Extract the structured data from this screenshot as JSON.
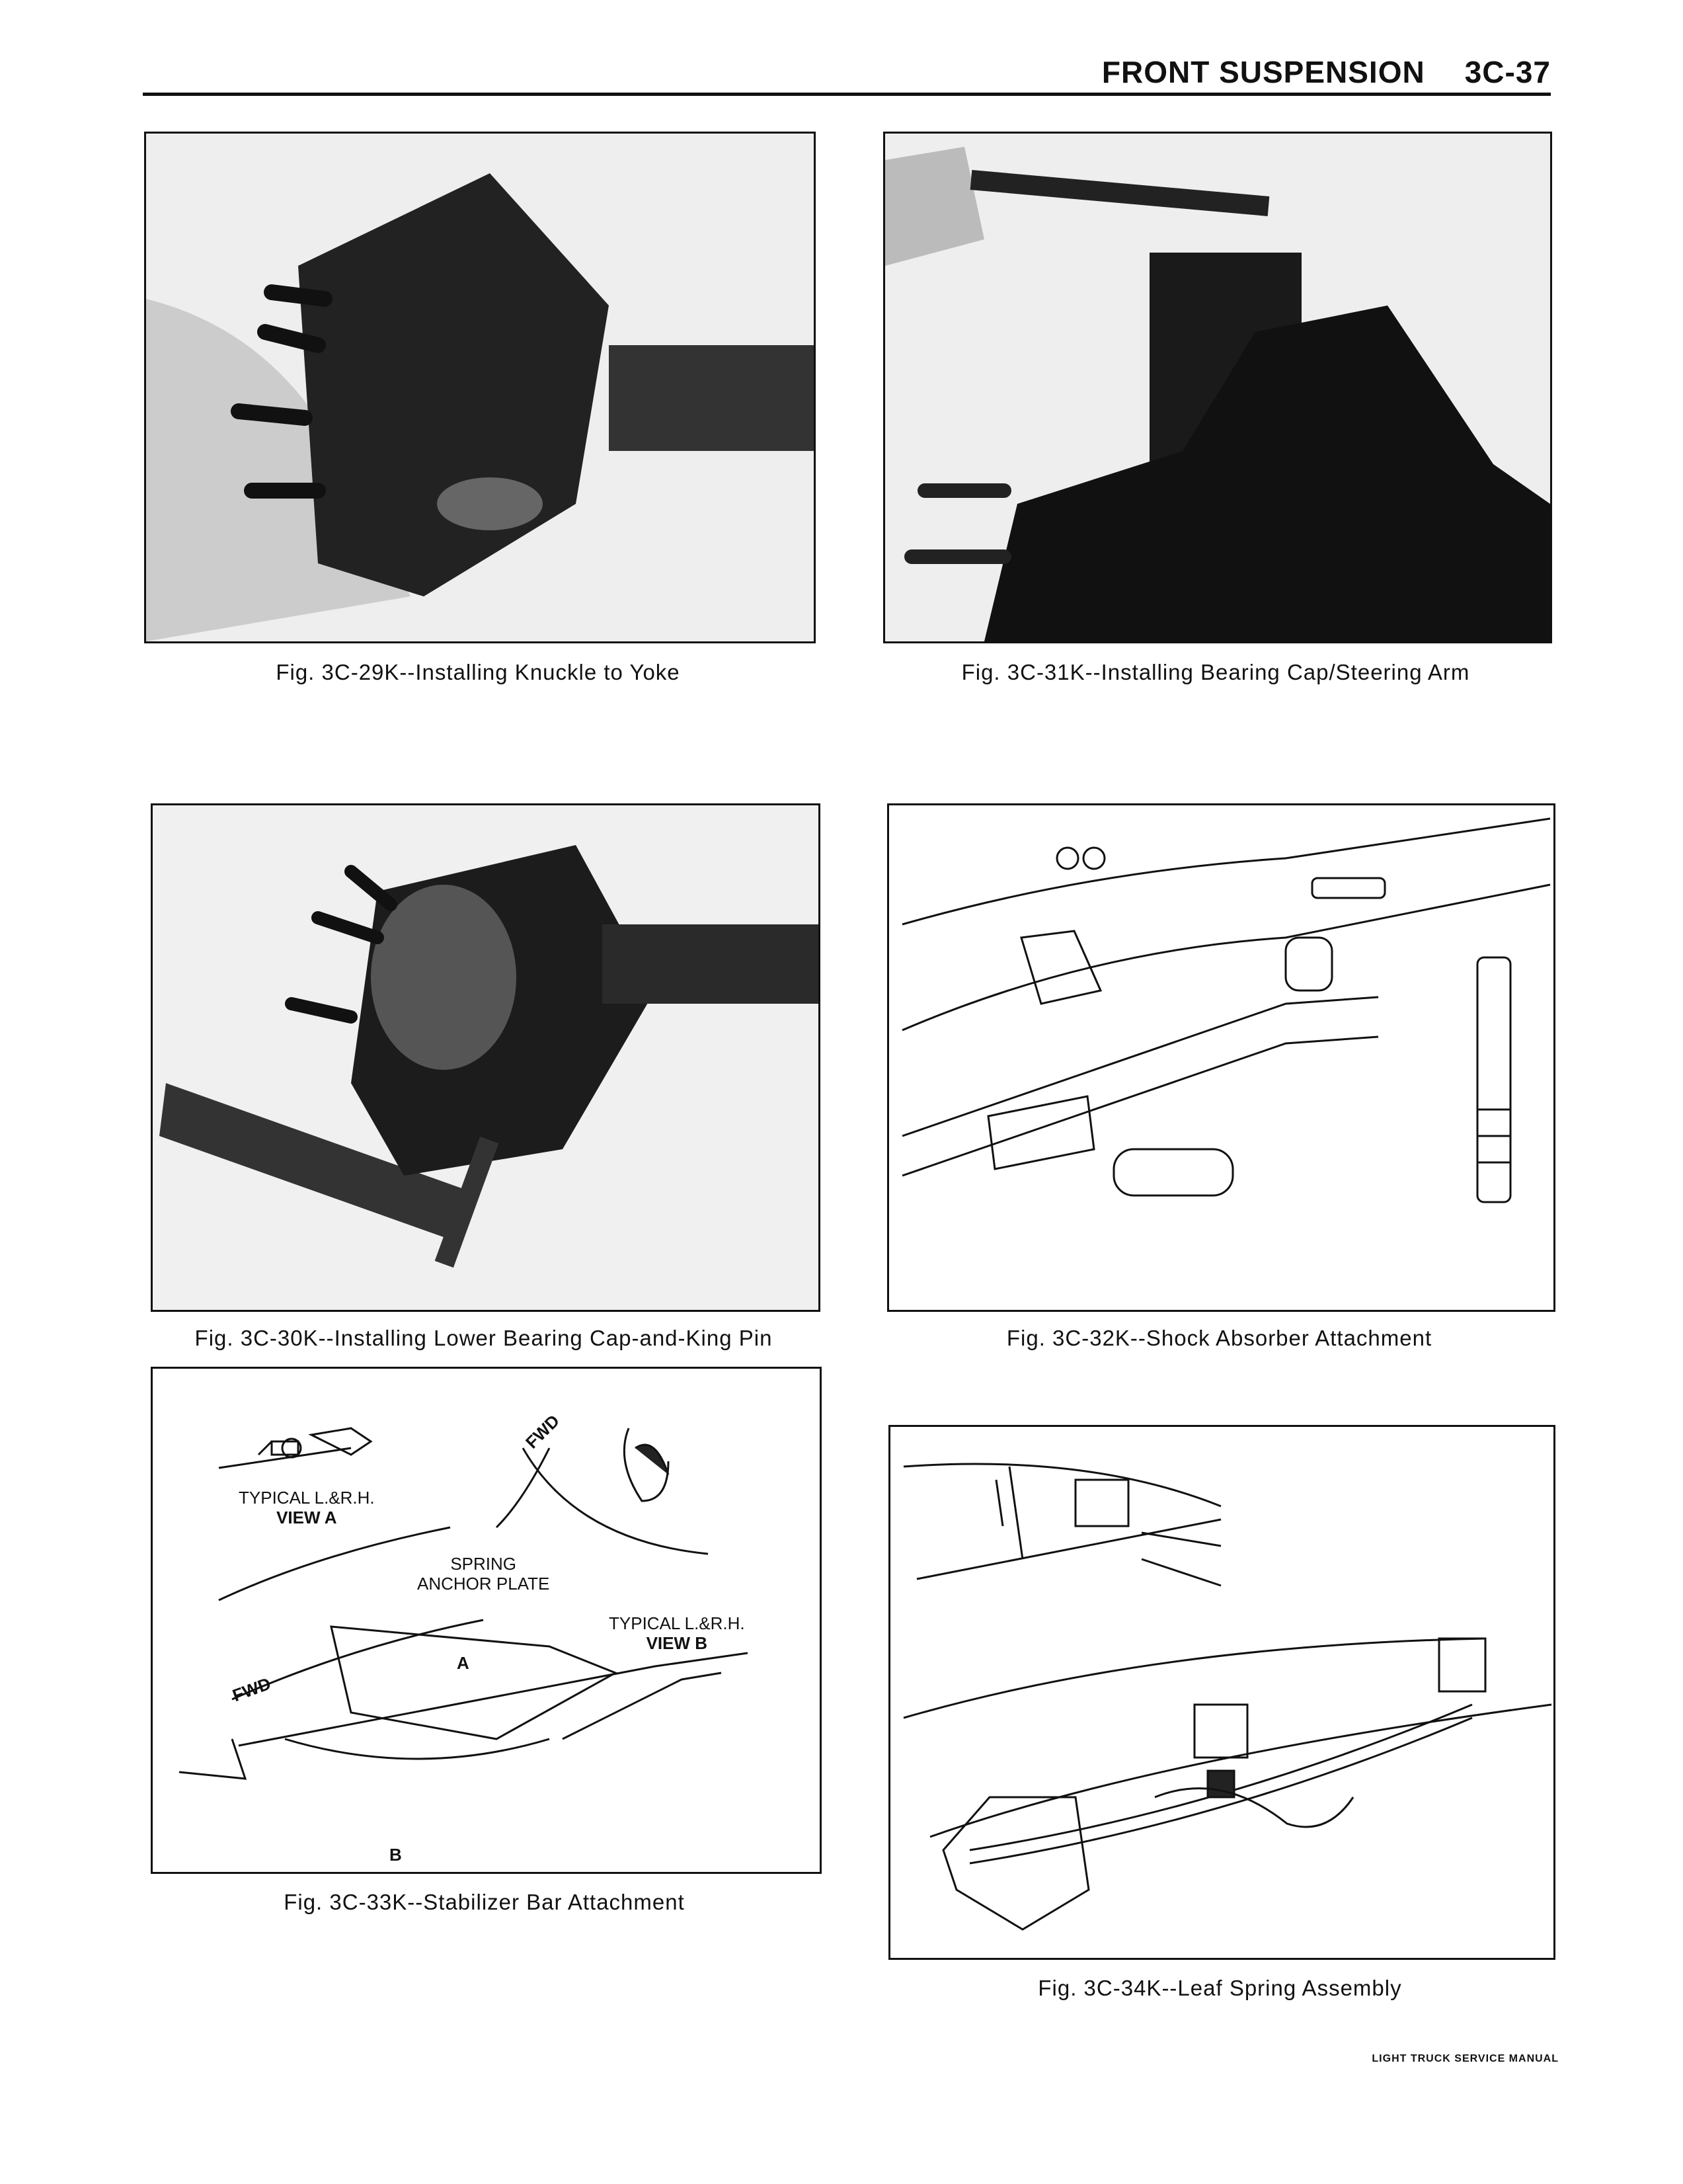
{
  "header": {
    "section": "FRONT SUSPENSION",
    "page": "3C-37"
  },
  "figures": [
    {
      "caption": "Fig. 3C-29K--Installing Knuckle to Yoke"
    },
    {
      "caption": "Fig. 3C-31K--Installing Bearing Cap/Steering Arm"
    },
    {
      "caption": "Fig. 3C-30K--Installing Lower Bearing Cap-and-King Pin"
    },
    {
      "caption": "Fig. 3C-32K--Shock Absorber Attachment"
    },
    {
      "caption": "Fig. 3C-33K--Stabilizer Bar Attachment",
      "labels": {
        "view_a_1": "TYPICAL L.&R.H.",
        "view_a_2": "VIEW A",
        "spring_1": "SPRING",
        "spring_2": "ANCHOR PLATE",
        "view_b_1": "TYPICAL L.&R.H.",
        "view_b_2": "VIEW B",
        "fwd_top": "FWD",
        "fwd_bottom": "FWD",
        "arrow_a": "A",
        "arrow_b": "B"
      }
    },
    {
      "caption": "Fig. 3C-34K--Leaf Spring Assembly"
    }
  ],
  "footer": "LIGHT TRUCK SERVICE MANUAL"
}
